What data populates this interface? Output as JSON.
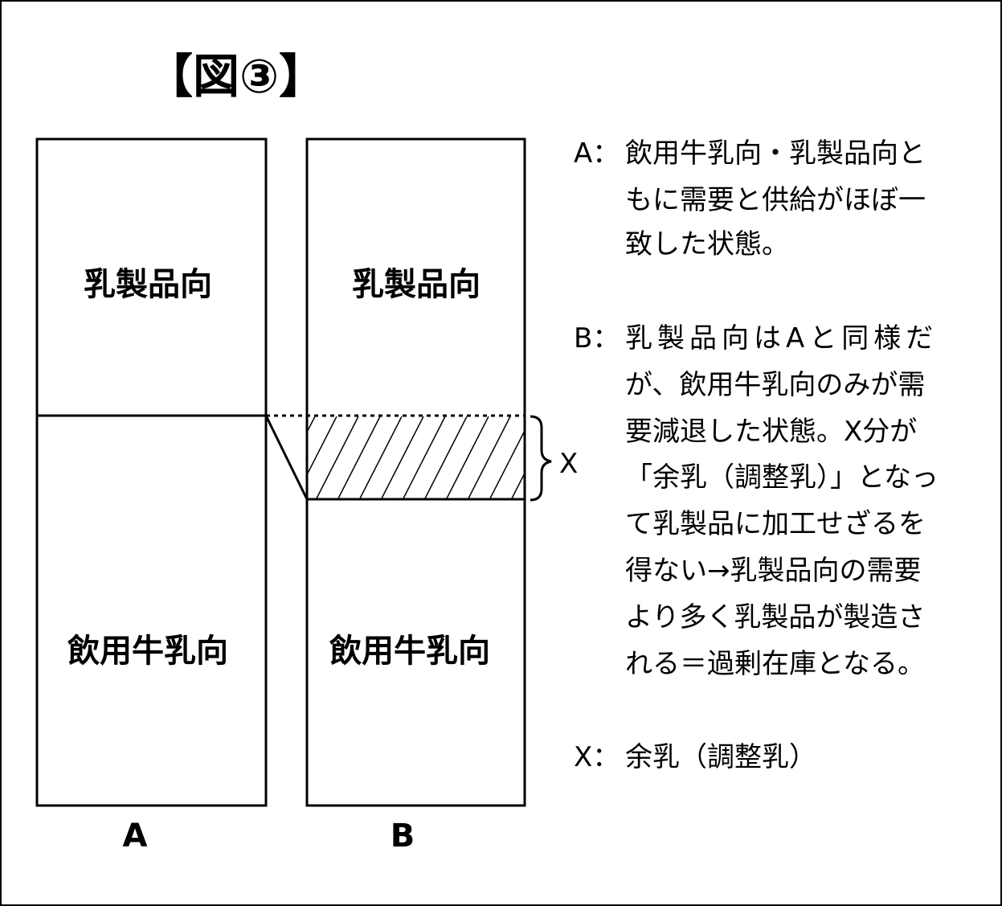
{
  "title": "【図③】",
  "diagram": {
    "A": {
      "label": "A",
      "upper": "乳製品向",
      "lower": "飲用牛乳向"
    },
    "B": {
      "label": "B",
      "upper": "乳製品向",
      "lower": "飲用牛乳向"
    },
    "x_marker": "X"
  },
  "notes": {
    "A": {
      "key": "A：",
      "lines": [
        "飲用牛乳向・乳製品向と",
        "もに需要と供給がほぼ一",
        "致した状態。"
      ]
    },
    "B": {
      "key": "B：",
      "lines": [
        "乳製品向はAと同様だ",
        "が、飲用牛乳向のみが需",
        "要減退した状態。X分が",
        "「余乳（調整乳）」となっ",
        "て乳製品に加工せざるを",
        "得ない→乳製品向の需要",
        "より多く乳製品が製造さ",
        "れる＝過剰在庫となる。"
      ]
    },
    "X": {
      "key": "X：",
      "lines": [
        "余乳（調整乳）"
      ]
    }
  }
}
